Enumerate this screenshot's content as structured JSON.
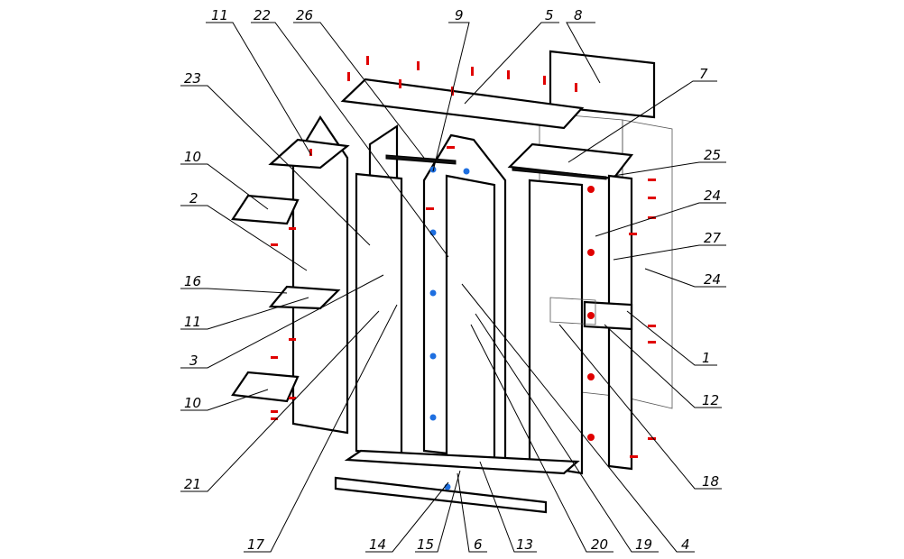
{
  "drawing": {
    "title": "Wardrobe exploded assembly view",
    "colors": {
      "line": "#000000",
      "fastener_red": "#e00000",
      "fastener_blue": "#1e6fe0"
    },
    "callouts": {
      "top": [
        "11",
        "22",
        "26",
        "9",
        "5",
        "8"
      ],
      "left": [
        "23",
        "10",
        "2",
        "16",
        "11",
        "3",
        "10",
        "21"
      ],
      "right": [
        "7",
        "25",
        "24",
        "27",
        "24",
        "1",
        "12",
        "18"
      ],
      "bottom": [
        "17",
        "14",
        "15",
        "6",
        "13",
        "20",
        "19",
        "4"
      ]
    }
  }
}
